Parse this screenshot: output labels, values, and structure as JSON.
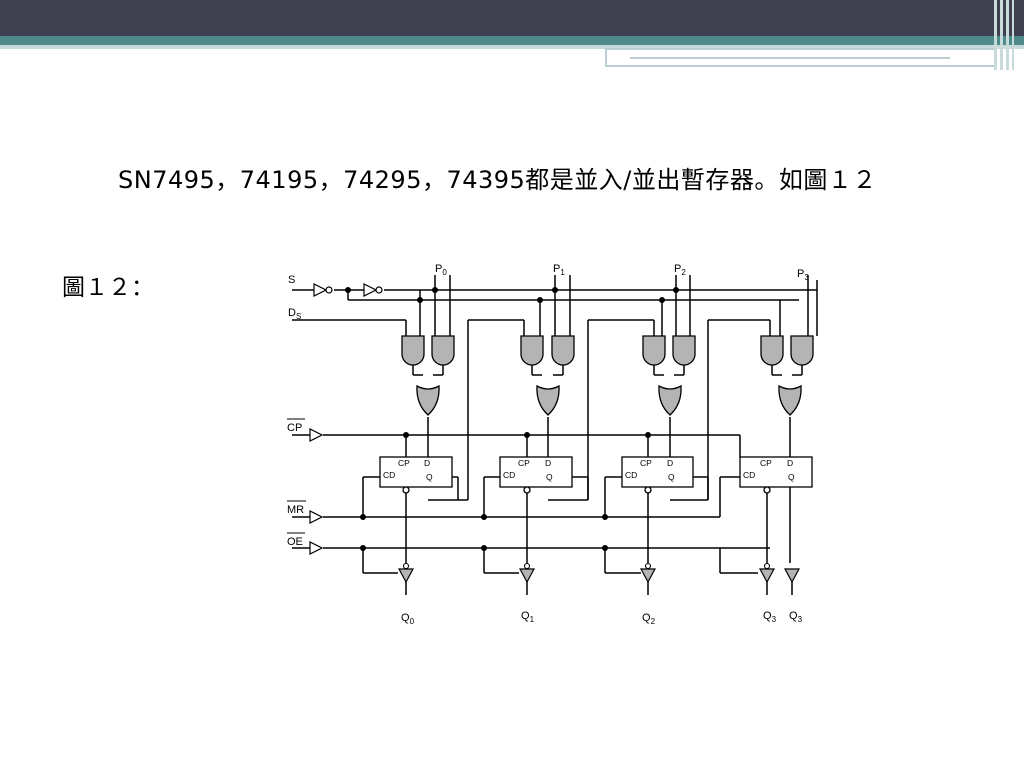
{
  "slide": {
    "headline": "SN7495，74195，74295，74395都是並入/並出暫存器。如圖１２",
    "figure_label": "圖１２："
  },
  "circuit": {
    "inputs": {
      "serial": "S",
      "ds_main": "D",
      "ds_sub": "S",
      "cp": "CP",
      "mr": "MR",
      "oe": "OE"
    },
    "parallel_inputs": [
      {
        "main": "P",
        "sub": "0"
      },
      {
        "main": "P",
        "sub": "1"
      },
      {
        "main": "P",
        "sub": "2"
      },
      {
        "main": "P",
        "sub": "3"
      }
    ],
    "outputs": [
      {
        "main": "Q",
        "sub": "0"
      },
      {
        "main": "Q",
        "sub": "1"
      },
      {
        "main": "Q",
        "sub": "2"
      },
      {
        "main": "Q",
        "sub": "3"
      },
      {
        "main": "Q",
        "sub": "3"
      }
    ],
    "flipflop_pins": {
      "cp": "CP",
      "cd": "CD",
      "d": "D",
      "q": "Q"
    }
  },
  "colors": {
    "header_dark": "#3f4150",
    "header_teal": "#4e8a8a",
    "header_light": "#b9cfd1",
    "gate_fill": "#b4b4b4",
    "wire": "#000000"
  }
}
